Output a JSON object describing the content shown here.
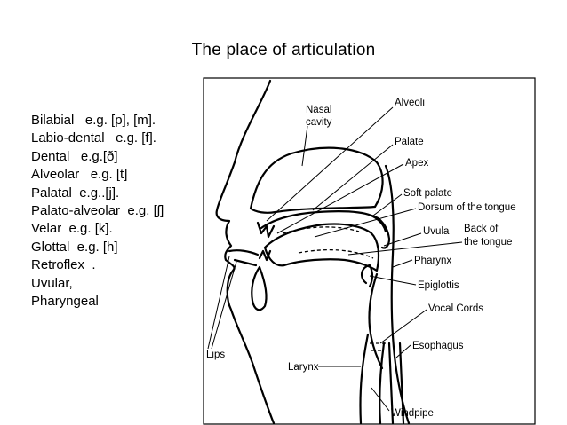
{
  "title": "The place of articulation",
  "places": [
    "Bilabial   e.g. [p], [m].",
    "Labio-dental   e.g. [f].",
    "Dental   e.g.[ð]",
    "Alveolar   e.g. [t]",
    "Palatal  e.g..[j].",
    "Palato-alveolar  e.g. [ʃ]",
    "Velar  e.g. [k].",
    "Glottal  e.g. [h]",
    "Retroflex  .",
    "Uvular,",
    "Pharyngeal"
  ],
  "diagram": {
    "labels": {
      "nasal_cavity": [
        "Nasal",
        "cavity"
      ],
      "alveoli": "Alveoli",
      "palate": "Palate",
      "apex": "Apex",
      "soft_palate": "Soft palate",
      "dorsum": "Dorsum of the tongue",
      "uvula": "Uvula",
      "back_of_tongue": [
        "Back of",
        "the tongue"
      ],
      "pharynx": "Pharynx",
      "epiglottis": "Epiglottis",
      "vocal_cords": "Vocal Cords",
      "esophagus": "Esophagus",
      "lips": "Lips",
      "larynx": "Larynx",
      "windpipe": "Windpipe"
    }
  }
}
